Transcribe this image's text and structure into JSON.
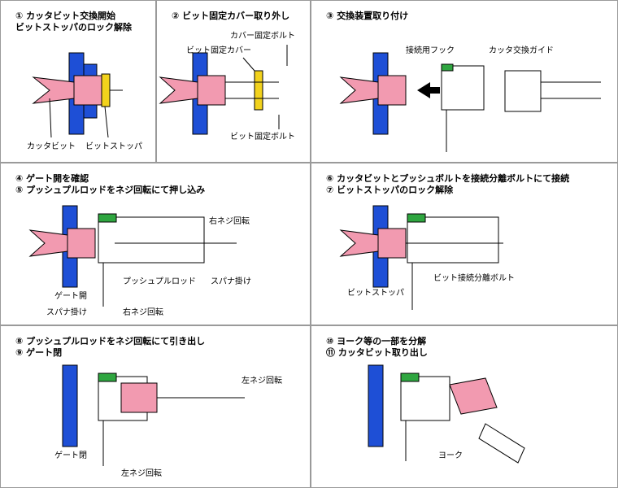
{
  "panels": [
    {
      "title": "① カッタビット交換開始\nビットストッパのロック解除",
      "labels": {
        "cutter_bit": "カッタビット",
        "bit_stopper": "ビットストッパ"
      }
    },
    {
      "title": "② ビット固定カバー取り外し",
      "labels": {
        "cover_bolt": "カバー固定ボルト",
        "bit_cover": "ビット固定カバー",
        "bit_bolt": "ビット固定ボルト"
      }
    },
    {
      "title": "③ 交換装置取り付け",
      "labels": {
        "hook": "接続用フック",
        "guide": "カッタ交換ガイド"
      }
    },
    {
      "title": "④ ゲート開を確認\n⑤ プッシュプルロッドをネジ回転にて押し込み",
      "labels": {
        "right_screw": "右ネジ回転",
        "pushpull_rod": "プッシュプルロッド",
        "spanner1": "スパナ掛け",
        "gate_open": "ゲート開",
        "spanner2": "スパナ掛け",
        "right_screw2": "右ネジ回転"
      }
    },
    {
      "title": "⑥ カッタビットとプッシュボルトを接続分離ボルトにて接続\n⑦ ビットストッパのロック解除",
      "labels": {
        "bit_stopper": "ビットストッパ",
        "bit_sep_bolt": "ビット接続分離ボルト"
      }
    },
    {
      "title": "⑧ プッシュプルロッドをネジ回転にて引き出し\n⑨ ゲート閉",
      "labels": {
        "left_screw": "左ネジ回転",
        "gate_close": "ゲート閉",
        "left_screw2": "左ネジ回転"
      }
    },
    {
      "title": "⑩ ヨーク等の一部を分解\n⑪ カッタビット取り出し",
      "labels": {
        "yoke": "ヨーク"
      }
    }
  ],
  "colors": {
    "wall": "#1e4fd6",
    "bit": "#f29ab0",
    "stopper": "#f2d21c",
    "hook": "#2fa640",
    "line": "#000000"
  }
}
